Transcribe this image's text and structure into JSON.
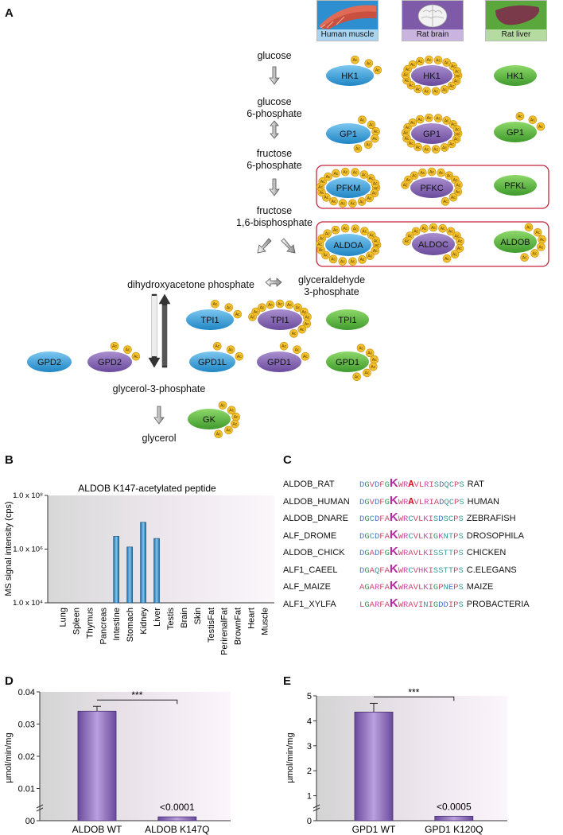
{
  "panels": {
    "a": "A",
    "b": "B",
    "c": "C",
    "d": "D",
    "e": "E"
  },
  "tissues": [
    {
      "label": "Human muscle",
      "color": "#4ea3d8"
    },
    {
      "label": "Rat brain",
      "color": "#8e6bb5"
    },
    {
      "label": "Rat liver",
      "color": "#66b446"
    }
  ],
  "pathway": {
    "glucose": "glucose",
    "g6p_1": "glucose",
    "g6p_2": "6-phosphate",
    "f6p_1": "fructose",
    "f6p_2": "6-phosphate",
    "fbp_1": "fructose",
    "fbp_2": "1,6-bisphosphate",
    "dhap": "dihydroxyacetone phosphate",
    "gap_1": "glyceraldehyde",
    "gap_2": "3-phosphate",
    "g3p": "glycerol-3-phosphate",
    "glycerol": "glycerol"
  },
  "enzymes": {
    "hk1": "HK1",
    "gp1": "GP1",
    "pfkm": "PFKM",
    "pfkc": "PFKC",
    "pfkl": "PFKL",
    "aldoa": "ALDOA",
    "aldoc": "ALDOC",
    "aldob": "ALDOB",
    "tpi1": "TPI1",
    "gpd2": "GPD2",
    "gpd1l": "GPD1L",
    "gpd1": "GPD1",
    "gk": "GK"
  },
  "acetyl_label": "Ac",
  "chart_b": {
    "chart_data": {
      "type": "bar",
      "title": "ALDOB K147-acetylated peptide",
      "ylabel": "MS signal intensity (cps)",
      "yscale": "log",
      "ylim": [
        10000,
        100000000
      ],
      "yticks": [
        "1.0 x 10⁴",
        "1.0 x 10⁶",
        "1.0 x 10⁸"
      ],
      "categories": [
        "Lung",
        "Spleen",
        "Thymus",
        "Pancreas",
        "Intestine",
        "Stomach",
        "Kidney",
        "Liver",
        "Testis",
        "Brain",
        "Skin",
        "TestisFat",
        "PerirenalFat",
        "BrownFat",
        "Heart",
        "Muscle"
      ],
      "values": [
        null,
        null,
        null,
        null,
        3000000,
        1200000,
        10000000,
        2500000,
        null,
        null,
        null,
        null,
        null,
        null,
        null,
        null
      ]
    }
  },
  "alignment": [
    {
      "name": "ALDOB_RAT",
      "pre": "DGVDFG",
      "k": "K",
      "post1": "WR",
      "red": "A",
      "post2": "VLRISDQCPS",
      "org": "RAT"
    },
    {
      "name": "ALDOB_HUMAN",
      "pre": "DGVDFG",
      "k": "K",
      "post1": "WR",
      "red": "A",
      "post2": "VLRIADQCPS",
      "org": "HUMAN"
    },
    {
      "name": "ALDOB_DNARE",
      "pre": "DGCDFA",
      "k": "K",
      "post1": "WRCVLKISDSCPS",
      "red": "",
      "post2": "",
      "org": "ZEBRAFISH"
    },
    {
      "name": "ALF_DROME",
      "pre": "DGCDFA",
      "k": "K",
      "post1": "WRCVLKIGKNTPS",
      "red": "",
      "post2": "",
      "org": "DROSOPHILA"
    },
    {
      "name": "ALDOB_CHICK",
      "pre": "DGADFG",
      "k": "K",
      "post1": "WRAVLKISSTTPS",
      "red": "",
      "post2": "",
      "org": "CHICKEN"
    },
    {
      "name": "ALF1_CAEEL",
      "pre": "DGAQFA",
      "k": "K",
      "post1": "WRCVHKISSTTPS",
      "red": "",
      "post2": "",
      "org": "C.ELEGANS"
    },
    {
      "name": "ALF_MAIZE",
      "pre": "AGARFA",
      "k": "K",
      "post1": "WRAVLKIGPNEPS",
      "red": "",
      "post2": "",
      "org": "MAIZE"
    },
    {
      "name": "ALF1_XYLFA",
      "pre": "LGARFA",
      "k": "K",
      "post1": "WRAVINIGDDIPS",
      "red": "",
      "post2": "",
      "org": "PROBACTERIA"
    }
  ],
  "chart_d": {
    "chart_data": {
      "type": "bar",
      "ylabel": "µmol/min/mg",
      "categories": [
        "ALDOB WT",
        "ALDOB K147Q"
      ],
      "values": [
        0.034,
        0.0012
      ],
      "errors": [
        0.0015,
        0
      ],
      "ylim": [
        0,
        0.04
      ],
      "yticks": [
        "00",
        "0.01",
        "0.02",
        "0.03",
        "0.04"
      ],
      "significance": "***",
      "pvalue": "<0.0001"
    }
  },
  "chart_e": {
    "chart_data": {
      "type": "bar",
      "ylabel": "µmol/min/mg",
      "categories": [
        "GPD1 WT",
        "GPD1 K120Q"
      ],
      "values": [
        4.35,
        0.18
      ],
      "errors": [
        0.35,
        0
      ],
      "ylim": [
        0,
        5
      ],
      "yticks": [
        "0",
        "1",
        "2",
        "3",
        "4",
        "5"
      ],
      "significance": "***",
      "pvalue": "<0.0005"
    }
  }
}
